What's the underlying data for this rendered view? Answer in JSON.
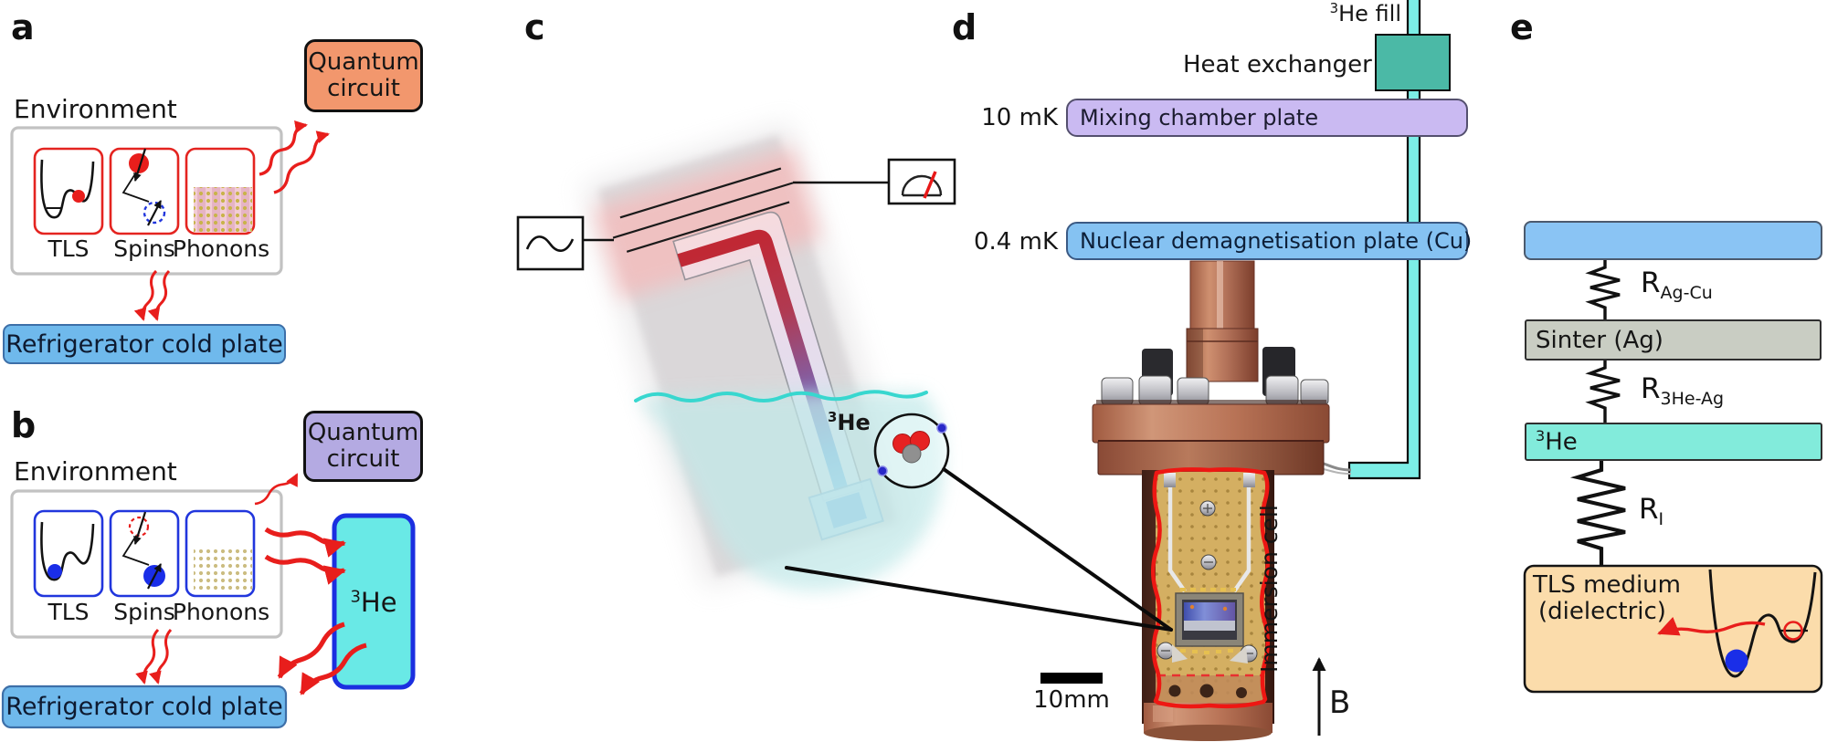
{
  "figure": {
    "background": "#ffffff"
  },
  "colors": {
    "arrow_red": "#e81e1c",
    "quantum_circuit_a": "#f2976d",
    "quantum_circuit_b": "#b4aae2",
    "cold_plate_blue": "#6fb9ec",
    "helium_cyan": "#69e9e6",
    "liquid_surface_cyan": "#38d7cf",
    "mixing_plate_purple": "#cabaf2",
    "demag_plate_blue": "#85c2f2",
    "heat_exchanger_teal": "#4bb9a6",
    "tube_cyan": "#7ceee6",
    "sinter_grey": "#c9cdc3",
    "tls_medium_tan": "#fbdcab",
    "e_bar_blue": "#8ac4f4"
  },
  "icons": {
    "source_icon": "sine-wave-source",
    "detector_icon": "analog-meter",
    "atom_icon": "he3-atom-nucleus-electrons",
    "b_field_icon": "up-arrow"
  },
  "panel_a": {
    "label": "a",
    "environment_label": "Environment",
    "quantum_circuit": "Quantum circuit",
    "box_labels": [
      "TLS",
      "Spins",
      "Phonons"
    ],
    "cold_plate": "Refrigerator cold plate"
  },
  "panel_b": {
    "label": "b",
    "environment_label": "Environment",
    "quantum_circuit": "Quantum circuit",
    "box_labels": [
      "TLS",
      "Spins",
      "Phonons"
    ],
    "helium": {
      "sup": "3",
      "base": "He"
    },
    "cold_plate": "Refrigerator cold plate"
  },
  "panel_c": {
    "label": "c",
    "atom_label": {
      "sup": "3",
      "base": "He"
    }
  },
  "panel_d": {
    "label": "d",
    "fill_label": {
      "sup": "3",
      "base": "He fill"
    },
    "heat_exchanger": "Heat exchanger",
    "mixing_temp": "10 mK",
    "mixing_plate": "Mixing chamber plate",
    "demag_temp": "0.4 mK",
    "demag_plate": "Nuclear demagnetisation plate (Cu)",
    "immersion_cell": "Immersion cell",
    "scale_label": "10mm",
    "field_label": "B"
  },
  "panel_e": {
    "label": "e",
    "sinter": "Sinter (Ag)",
    "helium": {
      "sup": "3",
      "base": "He"
    },
    "resistors": [
      {
        "main": "R",
        "sub": "Ag-Cu"
      },
      {
        "main": "R",
        "sub": "3He-Ag"
      },
      {
        "main": "R",
        "sub": "I"
      }
    ],
    "tls_medium_line1": "TLS medium",
    "tls_medium_line2": "(dielectric)"
  }
}
